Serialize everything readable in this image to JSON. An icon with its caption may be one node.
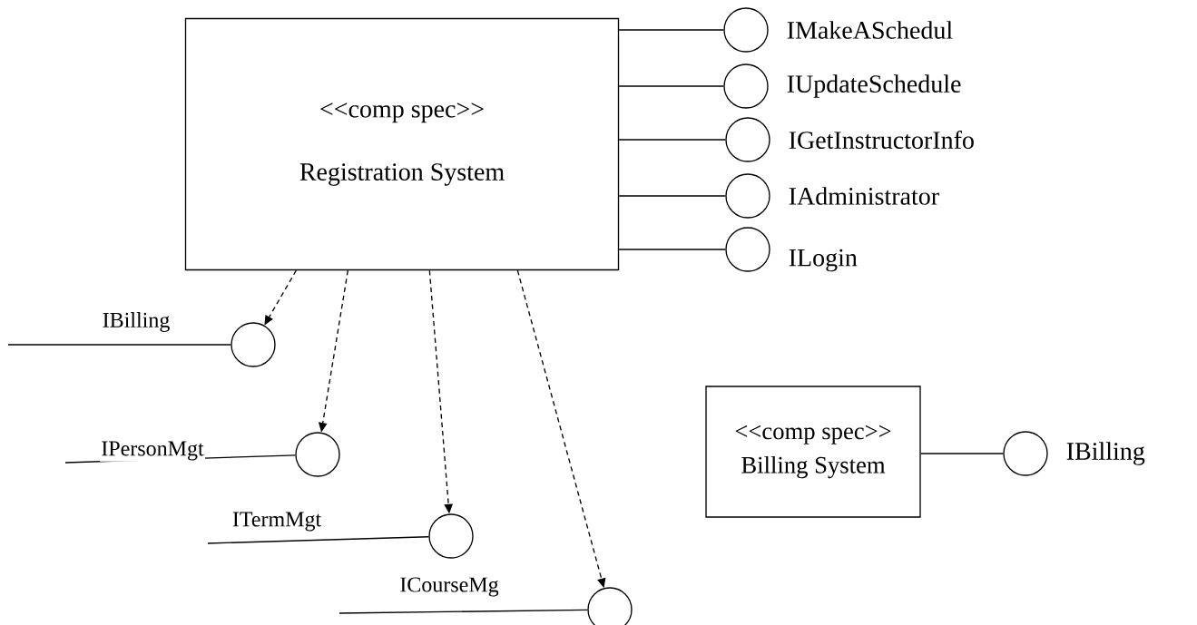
{
  "diagram": {
    "nodes": [
      {
        "text": [
          "<<comp spec>>",
          "Registration System"
        ]
      },
      {
        "text": [],
        "shape": "circle",
        "beside": [
          "IMakeASchedul"
        ]
      },
      {
        "text": [],
        "shape": "circle",
        "beside": [
          "IUpdateSchedule"
        ]
      },
      {
        "text": [],
        "shape": "circle",
        "beside": [
          "IGetInstructorInfo"
        ]
      },
      {
        "text": [],
        "shape": "circle",
        "beside": [
          "IAdministrator"
        ]
      },
      {
        "text": [],
        "shape": "circle",
        "beside": [
          "ILogin"
        ]
      },
      {
        "text": [],
        "shape": "circle"
      },
      {
        "text": [],
        "shape": "circle"
      },
      {
        "text": [],
        "shape": "circle"
      },
      {
        "text": [],
        "shape": "circle"
      },
      {
        "text": [
          "<<comp spec>>",
          "Billing System"
        ]
      },
      {
        "text": [],
        "shape": "circle",
        "beside": [
          "IBilling"
        ]
      }
    ],
    "edges": [
      {
        "from": 0,
        "to": 1,
        "arrow": "none"
      },
      {
        "from": 0,
        "to": 2,
        "arrow": "none"
      },
      {
        "from": 0,
        "to": 3,
        "arrow": "none"
      },
      {
        "from": 0,
        "to": 4,
        "arrow": "none"
      },
      {
        "from": 0,
        "to": 5,
        "arrow": "none"
      },
      {
        "from": 0,
        "to": 6,
        "arrow": "to",
        "style": "dashed"
      },
      {
        "from": 0,
        "to": 7,
        "arrow": "to",
        "style": "dashed"
      },
      {
        "from": 0,
        "to": 8,
        "arrow": "to",
        "style": "dashed"
      },
      {
        "from": 0,
        "to": 9,
        "arrow": "to",
        "style": "dashed"
      },
      {
        "from": null,
        "to": 6,
        "arrow": "none",
        "label": "IBilling"
      },
      {
        "from": null,
        "to": 7,
        "arrow": "none",
        "label": "IPersonMgt"
      },
      {
        "from": null,
        "to": 8,
        "arrow": "none",
        "label": "ITermMgt"
      },
      {
        "from": null,
        "to": 9,
        "arrow": "none",
        "label": "ICourseMg"
      },
      {
        "from": 10,
        "to": 11,
        "arrow": "none"
      }
    ]
  }
}
